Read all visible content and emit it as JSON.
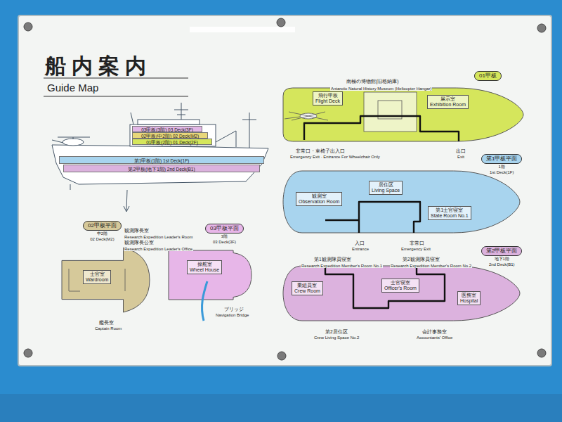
{
  "diagram": {
    "title": "船内案内",
    "nodes": [
      {
        "text": [
          "03甲板(3階) 03 Deck(3F)"
        ]
      },
      {
        "text": [
          "02甲板(中2階) 02 Deck(M2)"
        ]
      },
      {
        "text": [
          "01甲板(2階) 01 Deck(2F)"
        ]
      },
      {
        "text": [
          "第1甲板(1階) 1st Deck(1F)"
        ]
      },
      {
        "text": [
          "第2甲板(地下1階) 2nd Deck(B1)"
        ]
      },
      {
        "text": [
          "01甲板"
        ]
      },
      {
        "text": [
          "飛行甲板",
          "Flight Deck"
        ],
        "in": 5
      },
      {
        "text": [
          "展示室",
          "Exhibition Room"
        ],
        "in": 5
      },
      {
        "text": [
          "第1甲板平面",
          "1階",
          "1st Deck(1F)"
        ]
      },
      {
        "text": [
          "観測室",
          "Observation Room"
        ],
        "in": 8
      },
      {
        "text": [
          "居住区",
          "Living Space"
        ],
        "in": 8
      },
      {
        "text": [
          "第1士官寝室",
          "State Room No.1"
        ],
        "in": 8
      },
      {
        "text": [
          "第2甲板平面",
          "地下1階",
          "2nd Deck(B1)"
        ]
      },
      {
        "text": [
          "乗組員室",
          "Crew Room"
        ],
        "in": 12
      },
      {
        "text": [
          "士官寝室",
          "Officer's Room"
        ],
        "in": 12
      },
      {
        "text": [
          "医務室",
          "Hospital"
        ],
        "in": 12
      },
      {
        "text": [
          "02甲板平面",
          "中2階",
          "02 Deck(M2)"
        ]
      },
      {
        "text": [
          "士官室",
          "Wardroom"
        ],
        "in": 16
      },
      {
        "text": [
          "03甲板平面",
          "3階",
          "03 Deck(3F)"
        ]
      },
      {
        "text": [
          "操舵室",
          "Wheel House"
        ],
        "in": 18
      }
    ],
    "labels": [
      "Guide Map",
      "南極の博物館(旧格納庫)",
      "Antarctic Natural History Museum (Helicopter Hangar)",
      "非常口・車椅子出入口",
      "Emergency Exit · Entrance For Wheelchair Only",
      "出口",
      "Exit",
      "入口",
      "Entrance",
      "非常口",
      "Emergency Exit",
      "第1観測隊員寝室",
      "Research Expedition Member's Room No.1",
      "第2観測隊員寝室",
      "Research Expedition Member's Room No.2",
      "第2居住区",
      "Crew Living Space No.2",
      "会計事務室",
      "Accountants' Office",
      "観測隊長室",
      "Research Expedition Leader's Room",
      "観測隊長公室",
      "Research Expedition Leader's Office",
      "艦長室",
      "Captain Room",
      "ブリッジ",
      "Navigation Bridge"
    ]
  }
}
